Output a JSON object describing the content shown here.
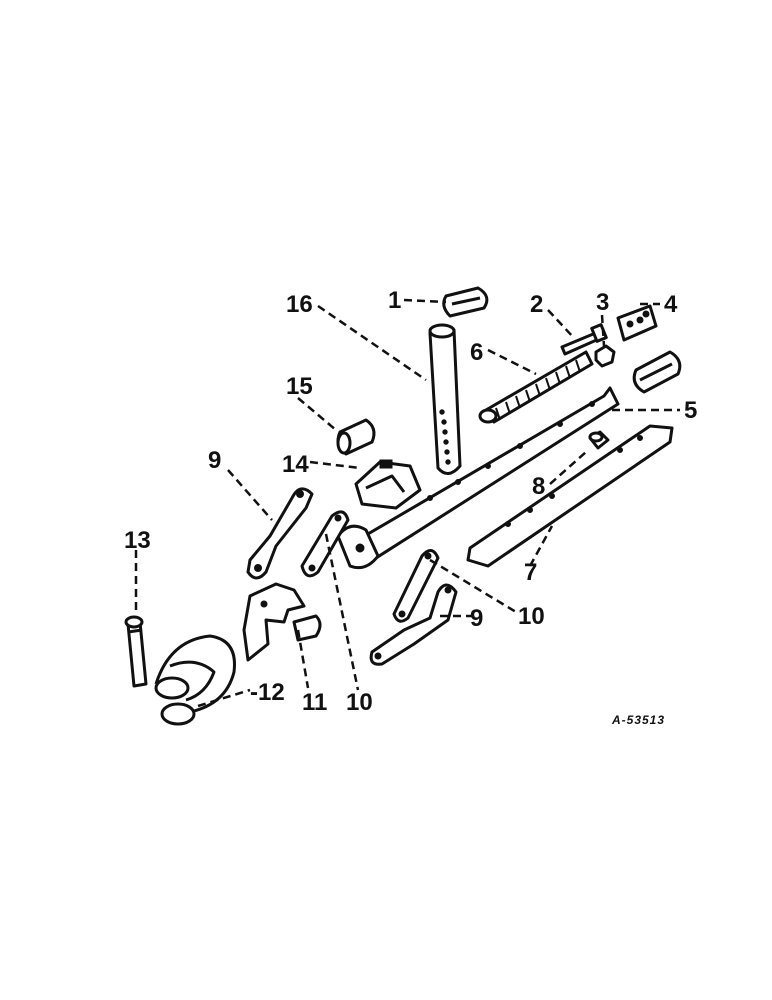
{
  "callouts": {
    "c1": "1",
    "c2": "2",
    "c3": "3",
    "c4": "4",
    "c5": "5",
    "c6": "6",
    "c7": "7",
    "c8": "8",
    "c9a": "9",
    "c9b": "9",
    "c10a": "10",
    "c10b": "10",
    "c11": "11",
    "c12": "-12",
    "c13": "13",
    "c14": "14",
    "c15": "15",
    "c16": "16"
  },
  "drawing_number": "A-53513",
  "colors": {
    "ink": "#111111",
    "paper": "#ffffff"
  }
}
